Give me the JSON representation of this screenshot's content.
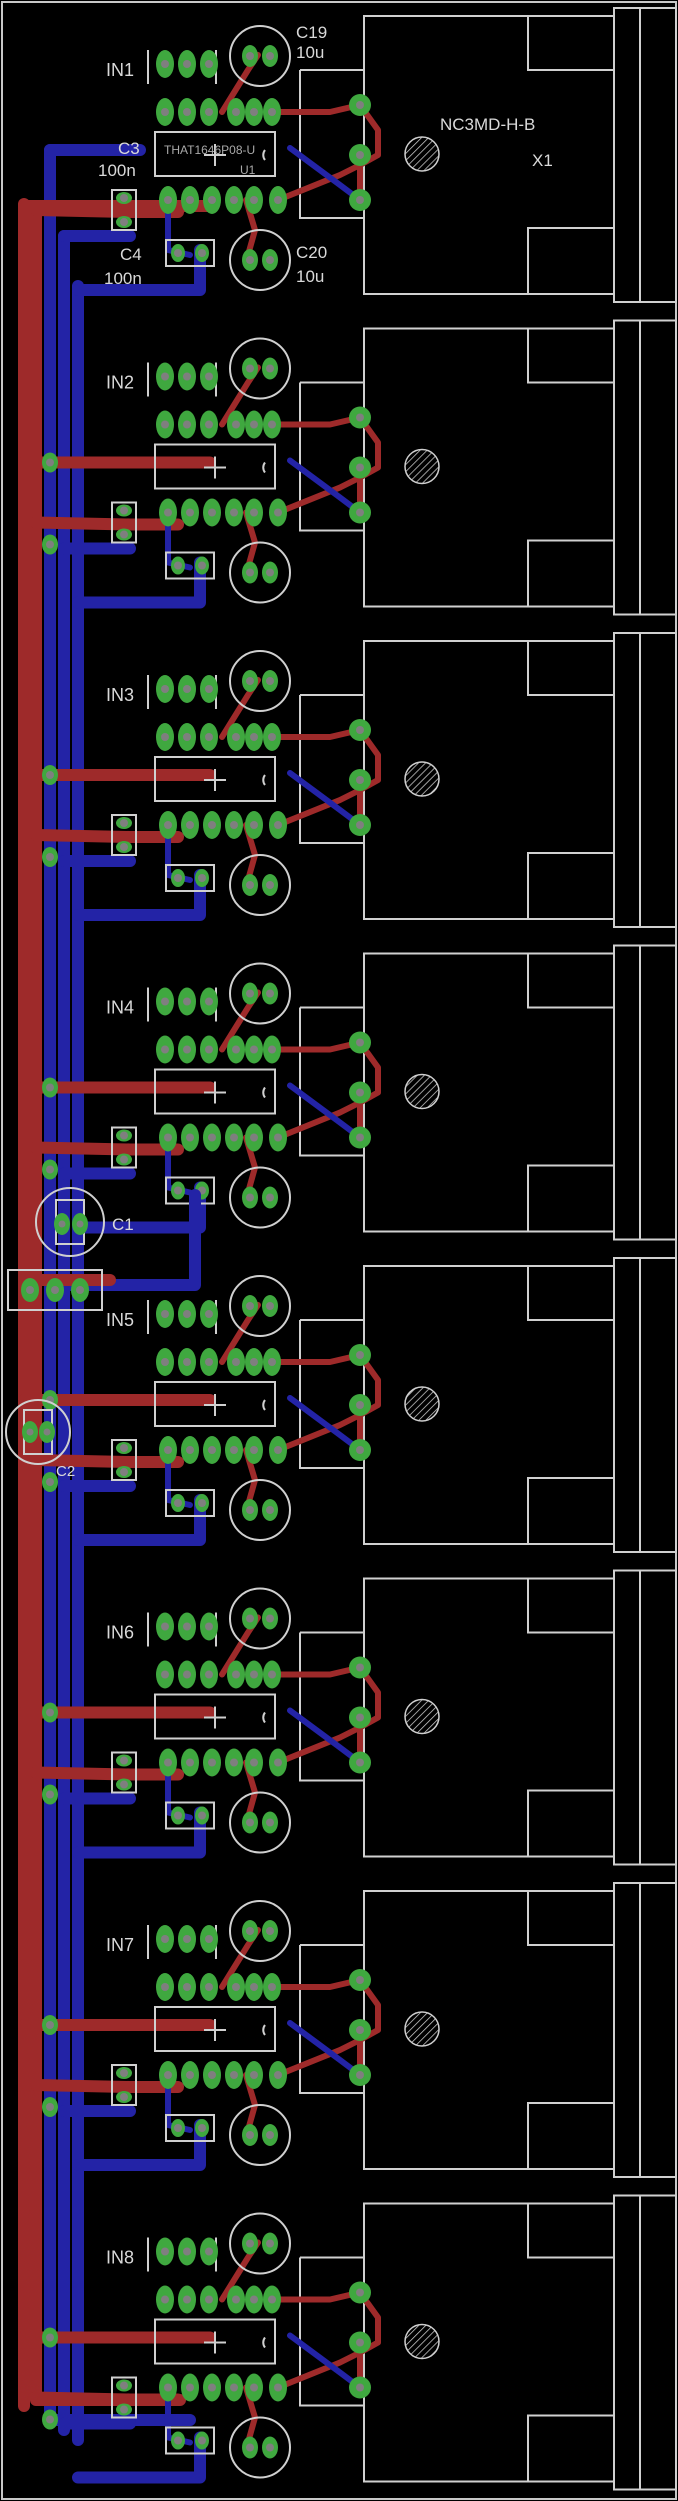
{
  "board": {
    "background": "#000000",
    "colors": {
      "top_copper": "#9e2a2a",
      "bottom_copper": "#2323a6",
      "pads": "#3fa83f",
      "silkscreen": "#d0d0d0"
    }
  },
  "channels": [
    {
      "input_label": "IN1"
    },
    {
      "input_label": "IN2"
    },
    {
      "input_label": "IN3"
    },
    {
      "input_label": "IN4"
    },
    {
      "input_label": "IN5"
    },
    {
      "input_label": "IN6"
    },
    {
      "input_label": "IN7"
    },
    {
      "input_label": "IN8"
    }
  ],
  "labels": {
    "c19_name": "C19",
    "c19_value": "10u",
    "c20_name": "C20",
    "c20_value": "10u",
    "c3_name": "C3",
    "c3_value": "100n",
    "c4_name": "C4",
    "c4_value": "100n",
    "u1_part": "THAT1646P08-U",
    "u1_name": "U1",
    "x1_part": "NC3MD-H-B",
    "x1_name": "X1",
    "c1_name": "C1",
    "c2_name": "C2"
  }
}
